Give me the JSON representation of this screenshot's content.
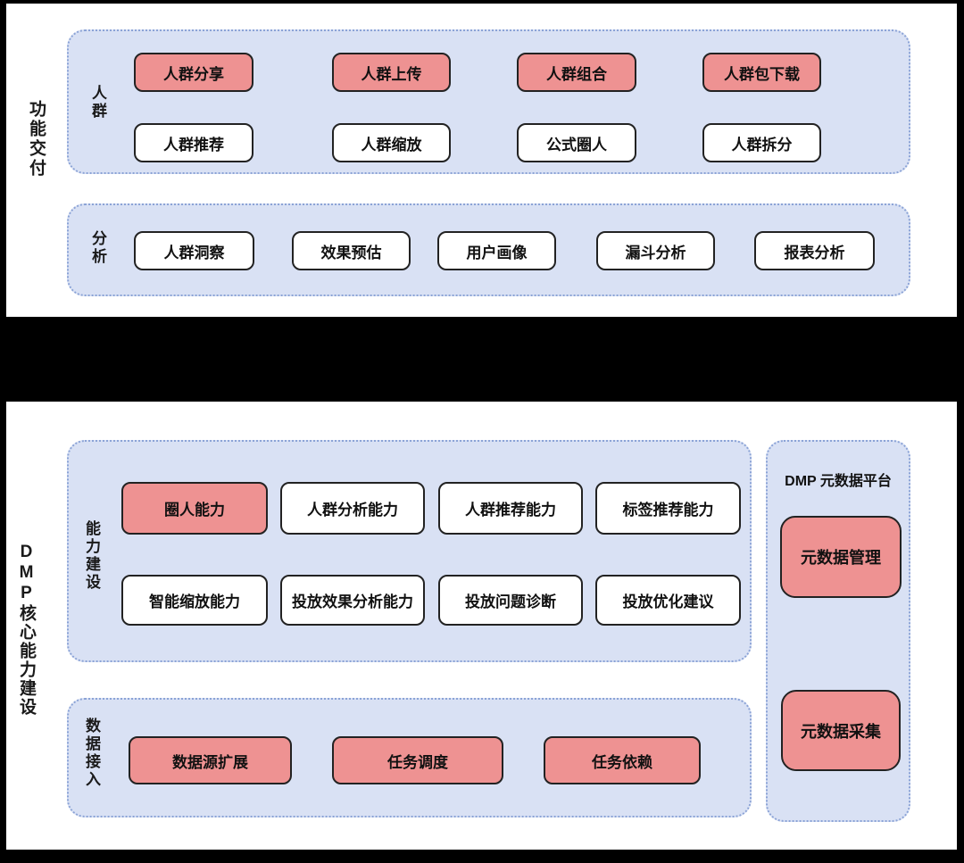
{
  "colors": {
    "panel_bg": "#d9e1f4",
    "panel_border_dots": "#8ba3d6",
    "highlight_fill": "#ee9292",
    "box_border": "#222222",
    "separator_band": "#000000"
  },
  "top_section": {
    "side_label": "功能交付",
    "crowd_panel": {
      "label": "人群",
      "row1": [
        {
          "label": "人群分享",
          "variant": "red"
        },
        {
          "label": "人群上传",
          "variant": "red"
        },
        {
          "label": "人群组合",
          "variant": "red"
        },
        {
          "label": "人群包下载",
          "variant": "red"
        }
      ],
      "row2": [
        {
          "label": "人群推荐",
          "variant": "white"
        },
        {
          "label": "人群缩放",
          "variant": "white"
        },
        {
          "label": "公式圈人",
          "variant": "white"
        },
        {
          "label": "人群拆分",
          "variant": "white"
        }
      ]
    },
    "analysis_panel": {
      "label": "分析",
      "items": [
        {
          "label": "人群洞察",
          "variant": "white"
        },
        {
          "label": "效果预估",
          "variant": "white"
        },
        {
          "label": "用户画像",
          "variant": "white"
        },
        {
          "label": "漏斗分析",
          "variant": "white"
        },
        {
          "label": "报表分析",
          "variant": "white"
        }
      ]
    }
  },
  "bottom_section": {
    "side_label": "DMP核心能力建设",
    "capability_panel": {
      "label": "能力建设",
      "row1": [
        {
          "label": "圈人能力",
          "variant": "red"
        },
        {
          "label": "人群分析能力",
          "variant": "white"
        },
        {
          "label": "人群推荐能力",
          "variant": "white"
        },
        {
          "label": "标签推荐能力",
          "variant": "white"
        }
      ],
      "row2": [
        {
          "label": "智能缩放能力",
          "variant": "white"
        },
        {
          "label": "投放效果分析能力",
          "variant": "white"
        },
        {
          "label": "投放问题诊断",
          "variant": "white"
        },
        {
          "label": "投放优化建议",
          "variant": "white"
        }
      ]
    },
    "data_panel": {
      "label": "数据接入",
      "items": [
        {
          "label": "数据源扩展",
          "variant": "red"
        },
        {
          "label": "任务调度",
          "variant": "red"
        },
        {
          "label": "任务依赖",
          "variant": "red"
        }
      ]
    },
    "metadata_panel": {
      "title": "DMP 元数据平台",
      "items": [
        {
          "label": "元数据管理",
          "variant": "red"
        },
        {
          "label": "元数据采集",
          "variant": "red"
        }
      ]
    }
  }
}
